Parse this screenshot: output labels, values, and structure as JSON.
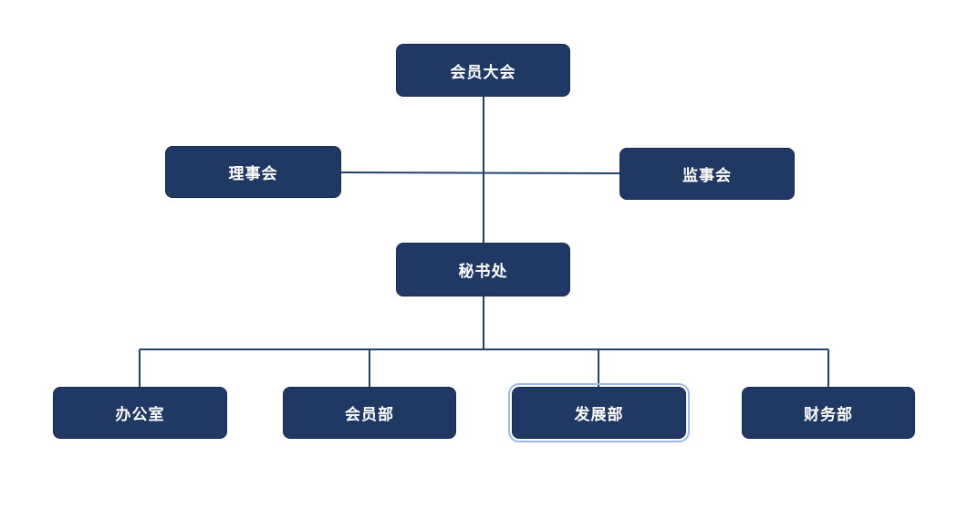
{
  "diagram": {
    "type": "org-chart",
    "nodes": {
      "assembly": "会员大会",
      "board": "理事会",
      "supervisors": "监事会",
      "secretariat": "秘书处",
      "office": "办公室",
      "membership": "会员部",
      "development": "发展部",
      "finance": "财务部"
    },
    "hierarchy": [
      {
        "parent": "会员大会",
        "children": [
          "理事会",
          "监事会",
          "秘书处"
        ]
      },
      {
        "parent": "秘书处",
        "children": [
          "办公室",
          "会员部",
          "发展部",
          "财务部"
        ]
      }
    ],
    "selected_node": "发展部",
    "colors": {
      "node_fill": "#1f3864",
      "node_border": "#182c50",
      "node_text": "#ffffff",
      "connector": "#24406e",
      "selection_outline": "#9db8e6",
      "background": "#ffffff"
    }
  }
}
